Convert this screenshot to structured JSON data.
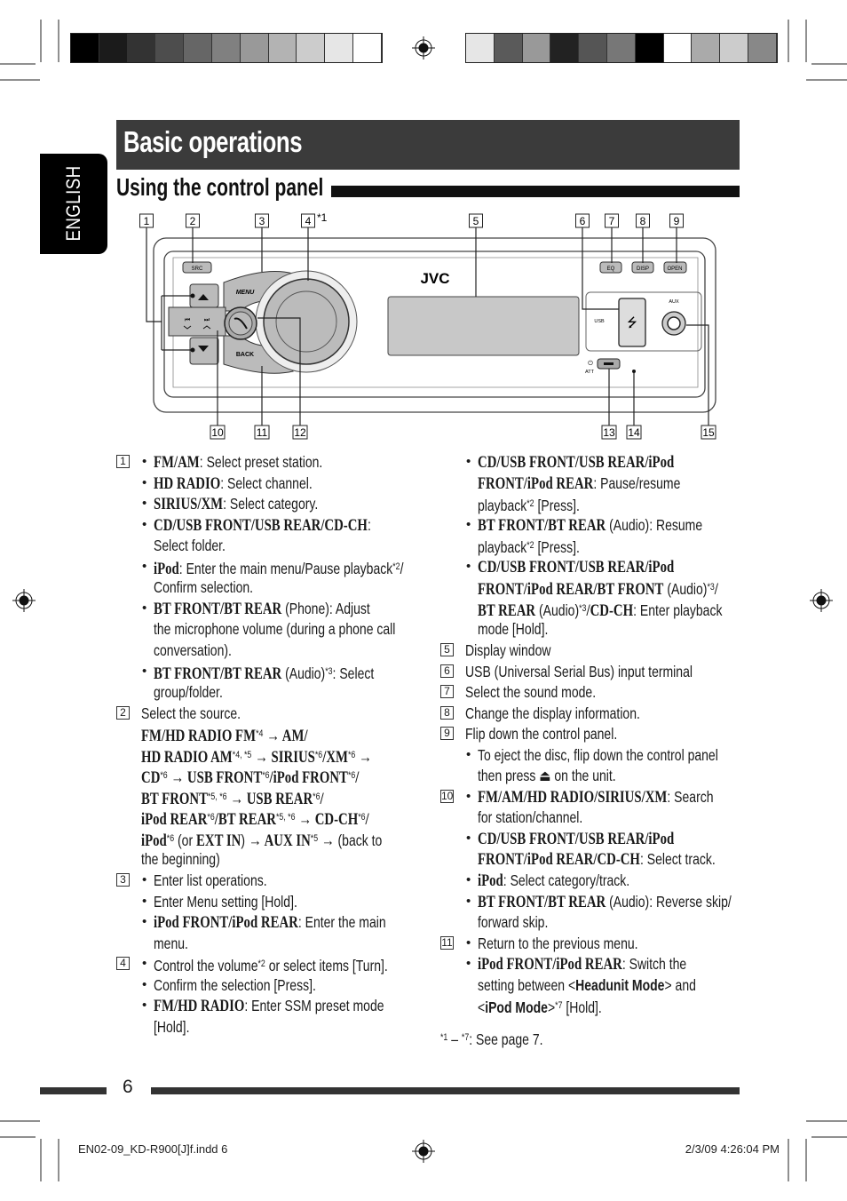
{
  "color_bar_left": [
    "#000000",
    "#1b1b1b",
    "#333333",
    "#4d4d4d",
    "#666666",
    "#808080",
    "#999999",
    "#b3b3b3",
    "#cccccc",
    "#e6e6e6",
    "#ffffff"
  ],
  "color_bar_right": [
    "#e6e6e6",
    "#5a5a5a",
    "#999999",
    "#222222",
    "#555555",
    "#777777",
    "#000000",
    "#ffffff",
    "#aaaaaa",
    "#cccccc",
    "#888888"
  ],
  "header": {
    "title": "Basic operations",
    "language_tab": "ENGLISH",
    "section_title": "Using the control panel"
  },
  "diagram": {
    "callout_numbers_top": [
      "1",
      "2",
      "3",
      "4",
      "5",
      "6",
      "7",
      "8",
      "9"
    ],
    "callout_note": "*1",
    "callout_numbers_bottom": [
      "10",
      "11",
      "12",
      "13",
      "14",
      "15"
    ],
    "labels": {
      "src": "SRC",
      "eq": "EQ",
      "disp": "DISP",
      "open": "OPEN",
      "brand": "JVC",
      "menu": "MENU",
      "back": "BACK",
      "usb": "USB",
      "aux": "AUX",
      "att": "ATT"
    }
  },
  "bullet_char": "•",
  "left_column": [
    {
      "num": "1",
      "bullet": true,
      "lvl": 2,
      "segs": [
        [
          "b",
          "FM/AM"
        ],
        [
          "r",
          ": Select preset station."
        ]
      ]
    },
    {
      "bullet": true,
      "lvl": 2,
      "segs": [
        [
          "b",
          "HD RADIO"
        ],
        [
          "r",
          ": Select channel."
        ]
      ]
    },
    {
      "bullet": true,
      "lvl": 2,
      "segs": [
        [
          "b",
          "SIRIUS/XM"
        ],
        [
          "r",
          ": Select category."
        ]
      ]
    },
    {
      "bullet": true,
      "lvl": 2,
      "segs": [
        [
          "b",
          "CD/USB FRONT/USB REAR/CD-CH"
        ],
        [
          "r",
          ":"
        ]
      ]
    },
    {
      "lvl": 2,
      "segs": [
        [
          "r",
          "Select folder."
        ]
      ]
    },
    {
      "bullet": true,
      "lvl": 2,
      "segs": [
        [
          "b",
          "iPod"
        ],
        [
          "r",
          ": Enter the main menu/Pause playback"
        ],
        [
          "sup",
          "*2"
        ],
        [
          "r",
          "/"
        ]
      ]
    },
    {
      "lvl": 2,
      "segs": [
        [
          "r",
          "Confirm selection."
        ]
      ]
    },
    {
      "bullet": true,
      "lvl": 2,
      "segs": [
        [
          "b",
          "BT FRONT/BT REAR"
        ],
        [
          "r",
          " (Phone): Adjust"
        ]
      ]
    },
    {
      "lvl": 2,
      "segs": [
        [
          "r",
          "the microphone volume (during a phone call"
        ]
      ]
    },
    {
      "lvl": 2,
      "segs": [
        [
          "r",
          "conversation)."
        ]
      ]
    },
    {
      "bullet": true,
      "lvl": 2,
      "segs": [
        [
          "b",
          "BT FRONT/BT REAR"
        ],
        [
          "r",
          " (Audio)"
        ],
        [
          "sup",
          "*3"
        ],
        [
          "r",
          ": Select"
        ]
      ]
    },
    {
      "lvl": 2,
      "segs": [
        [
          "r",
          "group/folder."
        ]
      ]
    },
    {
      "num": "2",
      "lvl": 1,
      "segs": [
        [
          "r",
          "Select the source."
        ]
      ]
    },
    {
      "lvl": 1,
      "segs": [
        [
          "b",
          "FM/HD RADIO FM"
        ],
        [
          "sup",
          "*4"
        ],
        [
          "b",
          " → AM/"
        ]
      ]
    },
    {
      "lvl": 1,
      "segs": [
        [
          "b",
          "HD RADIO AM"
        ],
        [
          "sup",
          "*4, *5"
        ],
        [
          "b",
          " → SIRIUS"
        ],
        [
          "sup",
          "*6"
        ],
        [
          "b",
          "/XM"
        ],
        [
          "sup",
          "*6"
        ],
        [
          "b",
          " →"
        ]
      ]
    },
    {
      "lvl": 1,
      "segs": [
        [
          "b",
          "CD"
        ],
        [
          "sup",
          "*6"
        ],
        [
          "b",
          " → USB FRONT"
        ],
        [
          "sup",
          "*6"
        ],
        [
          "b",
          "/iPod FRONT"
        ],
        [
          "sup",
          "*6"
        ],
        [
          "b",
          "/"
        ]
      ]
    },
    {
      "lvl": 1,
      "segs": [
        [
          "b",
          "BT FRONT"
        ],
        [
          "sup",
          "*5, *6"
        ],
        [
          "b",
          " → USB REAR"
        ],
        [
          "sup",
          "*6"
        ],
        [
          "b",
          "/"
        ]
      ]
    },
    {
      "lvl": 1,
      "segs": [
        [
          "b",
          "iPod REAR"
        ],
        [
          "sup",
          "*6"
        ],
        [
          "b",
          "/BT REAR"
        ],
        [
          "sup",
          "*5, *6"
        ],
        [
          "b",
          " → CD-CH"
        ],
        [
          "sup",
          "*6"
        ],
        [
          "b",
          "/"
        ]
      ]
    },
    {
      "lvl": 1,
      "segs": [
        [
          "b",
          "iPod"
        ],
        [
          "sup",
          "*6"
        ],
        [
          "r",
          " (or "
        ],
        [
          "b",
          "EXT IN"
        ],
        [
          "r",
          ") "
        ],
        [
          "b",
          "→ AUX IN"
        ],
        [
          "sup",
          "*5"
        ],
        [
          "b",
          " →"
        ],
        [
          "r",
          " (back to"
        ]
      ]
    },
    {
      "lvl": 1,
      "segs": [
        [
          "r",
          "the beginning)"
        ]
      ]
    },
    {
      "num": "3",
      "bullet": true,
      "lvl": 2,
      "segs": [
        [
          "r",
          "Enter list operations."
        ]
      ]
    },
    {
      "bullet": true,
      "lvl": 2,
      "segs": [
        [
          "r",
          "Enter Menu setting [Hold]."
        ]
      ]
    },
    {
      "bullet": true,
      "lvl": 2,
      "segs": [
        [
          "b",
          "iPod FRONT/iPod REAR"
        ],
        [
          "r",
          ": Enter the main"
        ]
      ]
    },
    {
      "lvl": 2,
      "segs": [
        [
          "r",
          "menu."
        ]
      ]
    },
    {
      "num": "4",
      "bullet": true,
      "lvl": 2,
      "segs": [
        [
          "r",
          "Control the volume"
        ],
        [
          "sup",
          "*2"
        ],
        [
          "r",
          " or select items [Turn]."
        ]
      ]
    },
    {
      "bullet": true,
      "lvl": 2,
      "segs": [
        [
          "r",
          "Confirm the selection [Press]."
        ]
      ]
    },
    {
      "bullet": true,
      "lvl": 2,
      "segs": [
        [
          "b",
          "FM/HD RADIO"
        ],
        [
          "r",
          ": Enter SSM preset mode"
        ]
      ]
    },
    {
      "lvl": 2,
      "segs": [
        [
          "r",
          "[Hold]."
        ]
      ]
    }
  ],
  "right_column": [
    {
      "bullet": true,
      "lvl": 2,
      "segs": [
        [
          "b",
          "CD/USB FRONT/USB REAR/iPod"
        ]
      ]
    },
    {
      "lvl": 2,
      "segs": [
        [
          "b",
          "FRONT/iPod REAR"
        ],
        [
          "r",
          ": Pause/resume"
        ]
      ]
    },
    {
      "lvl": 2,
      "segs": [
        [
          "r",
          "playback"
        ],
        [
          "sup",
          "*2"
        ],
        [
          "r",
          " [Press]."
        ]
      ]
    },
    {
      "bullet": true,
      "lvl": 2,
      "segs": [
        [
          "b",
          "BT FRONT/BT REAR"
        ],
        [
          "r",
          " (Audio): Resume"
        ]
      ]
    },
    {
      "lvl": 2,
      "segs": [
        [
          "r",
          "playback"
        ],
        [
          "sup",
          "*2"
        ],
        [
          "r",
          " [Press]."
        ]
      ]
    },
    {
      "bullet": true,
      "lvl": 2,
      "segs": [
        [
          "b",
          "CD/USB FRONT/USB REAR/iPod"
        ]
      ]
    },
    {
      "lvl": 2,
      "segs": [
        [
          "b",
          "FRONT/iPod REAR/BT FRONT"
        ],
        [
          "r",
          " (Audio)"
        ],
        [
          "sup",
          "*3"
        ],
        [
          "b",
          "/"
        ]
      ]
    },
    {
      "lvl": 2,
      "segs": [
        [
          "b",
          "BT REAR"
        ],
        [
          "r",
          " (Audio)"
        ],
        [
          "sup",
          "*3"
        ],
        [
          "b",
          "/CD-CH"
        ],
        [
          "r",
          ": Enter playback"
        ]
      ]
    },
    {
      "lvl": 2,
      "segs": [
        [
          "r",
          "mode [Hold]."
        ]
      ]
    },
    {
      "num": "5",
      "lvl": 1,
      "segs": [
        [
          "r",
          "Display window"
        ]
      ]
    },
    {
      "num": "6",
      "lvl": 1,
      "segs": [
        [
          "r",
          "USB (Universal Serial Bus) input terminal"
        ]
      ]
    },
    {
      "num": "7",
      "lvl": 1,
      "segs": [
        [
          "r",
          "Select the sound mode."
        ]
      ]
    },
    {
      "num": "8",
      "lvl": 1,
      "segs": [
        [
          "r",
          "Change the display information."
        ]
      ]
    },
    {
      "num": "9",
      "lvl": 1,
      "segs": [
        [
          "r",
          "Flip down the control panel."
        ]
      ]
    },
    {
      "bullet": true,
      "lvl": 2,
      "segs": [
        [
          "r",
          "To eject the disc, flip down the control panel"
        ]
      ]
    },
    {
      "lvl": 2,
      "segs": [
        [
          "r",
          "then press ⏏ on the unit."
        ]
      ]
    },
    {
      "num": "10",
      "bullet": true,
      "lvl": 2,
      "segs": [
        [
          "b",
          "FM/AM/HD RADIO/SIRIUS/XM"
        ],
        [
          "r",
          ": Search"
        ]
      ]
    },
    {
      "lvl": 2,
      "segs": [
        [
          "r",
          "for station/channel."
        ]
      ]
    },
    {
      "bullet": true,
      "lvl": 2,
      "segs": [
        [
          "b",
          "CD/USB FRONT/USB REAR/iPod"
        ]
      ]
    },
    {
      "lvl": 2,
      "segs": [
        [
          "b",
          "FRONT/iPod REAR/CD-CH"
        ],
        [
          "r",
          ": Select track."
        ]
      ]
    },
    {
      "bullet": true,
      "lvl": 2,
      "segs": [
        [
          "b",
          "iPod"
        ],
        [
          "r",
          ": Select category/track."
        ]
      ]
    },
    {
      "bullet": true,
      "lvl": 2,
      "segs": [
        [
          "b",
          "BT FRONT/BT REAR"
        ],
        [
          "r",
          " (Audio): Reverse skip/"
        ]
      ]
    },
    {
      "lvl": 2,
      "segs": [
        [
          "r",
          "forward skip."
        ]
      ]
    },
    {
      "num": "11",
      "bullet": true,
      "lvl": 2,
      "segs": [
        [
          "r",
          "Return to the previous menu."
        ]
      ]
    },
    {
      "bullet": true,
      "lvl": 2,
      "segs": [
        [
          "b",
          "iPod FRONT/iPod REAR"
        ],
        [
          "r",
          ": Switch the"
        ]
      ]
    },
    {
      "lvl": 2,
      "segs": [
        [
          "r",
          "setting between <"
        ],
        [
          "h",
          "Headunit Mode"
        ],
        [
          "r",
          "> and"
        ]
      ]
    },
    {
      "lvl": 2,
      "segs": [
        [
          "r",
          "<"
        ],
        [
          "h",
          "iPod Mode"
        ],
        [
          "r",
          ">"
        ],
        [
          "sup",
          "*7"
        ],
        [
          "r",
          " [Hold]."
        ]
      ]
    }
  ],
  "footnote": {
    "a": "*1",
    "dash": " – ",
    "b": "*7",
    "text": ": See page 7."
  },
  "footer": {
    "page_number": "6",
    "file_name": "EN02-09_KD-R900[J]f.indd   6",
    "timestamp": "2/3/09   4:26:04 PM"
  }
}
